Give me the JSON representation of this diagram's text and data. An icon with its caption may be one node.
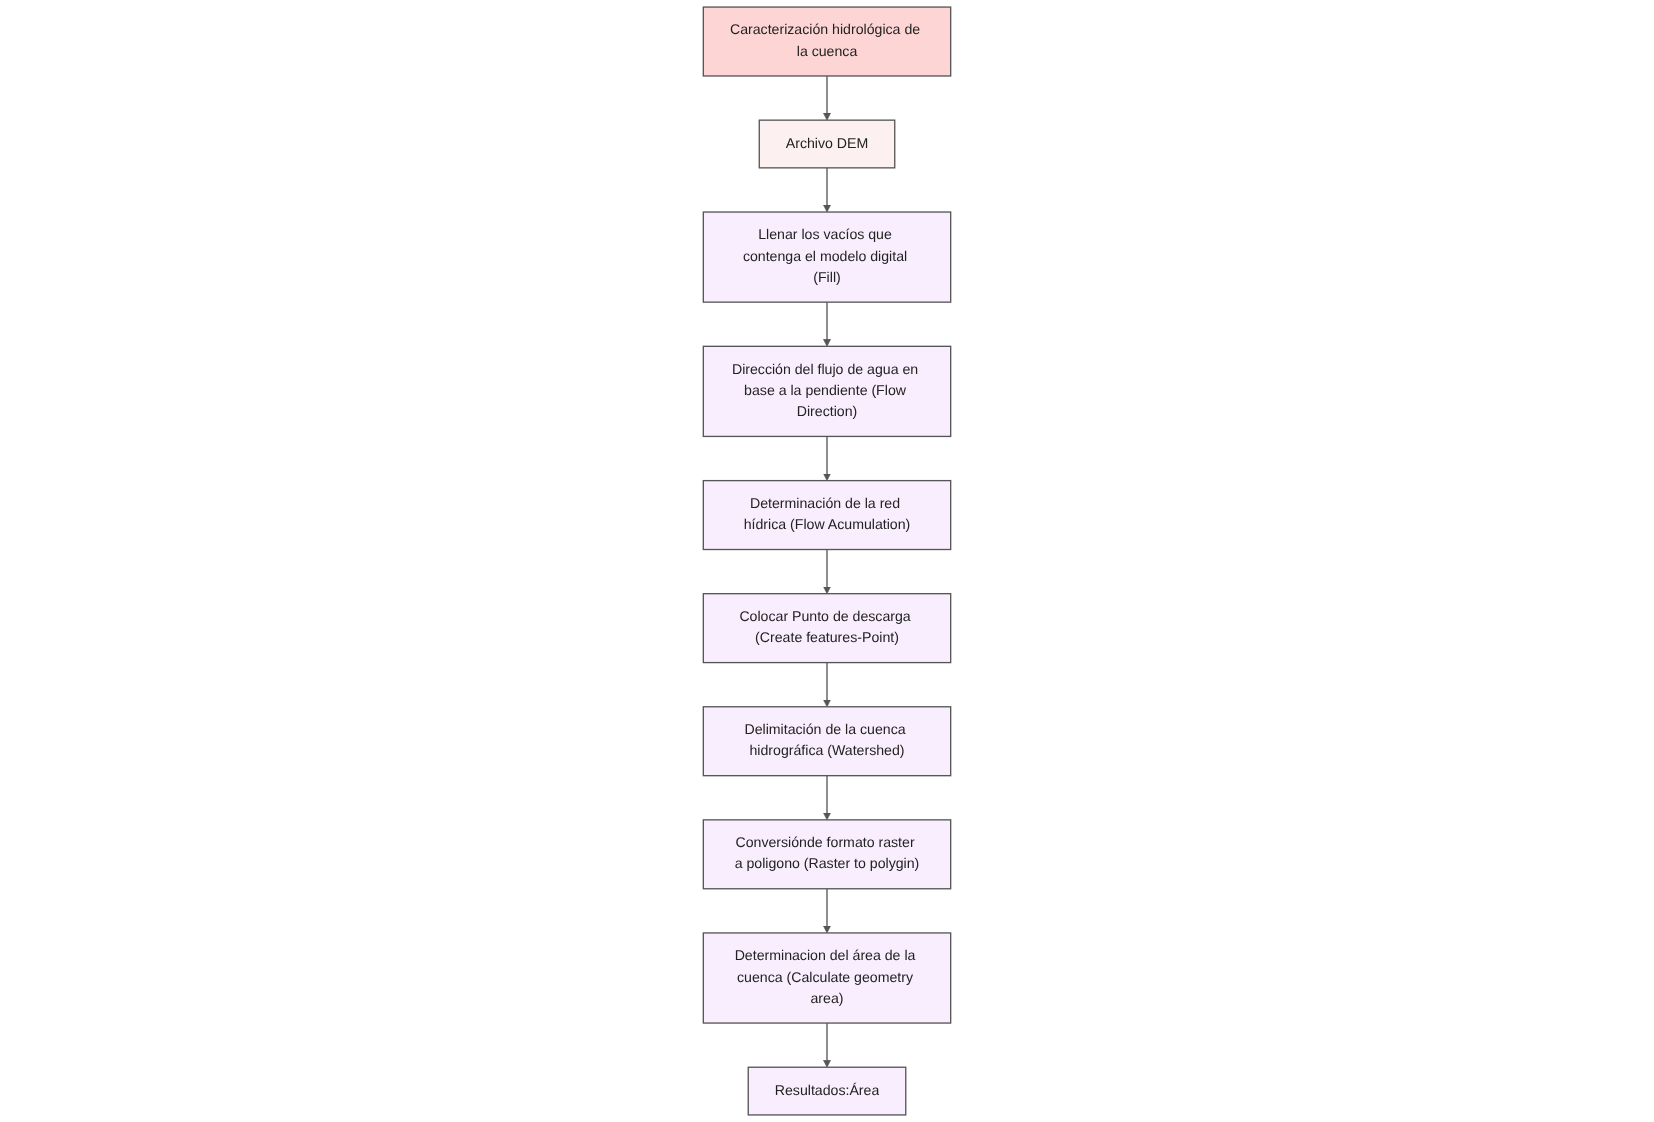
{
  "diagram": {
    "nodes": [
      {
        "text": [
          "Caracterización hidrológica de la cuenca"
        ]
      },
      {
        "text": [
          "Archivo DEM"
        ]
      },
      {
        "text": [
          "Llenar los vacíos que contenga el modelo digital (Fill)"
        ]
      },
      {
        "text": [
          "Dirección del flujo de agua en base a la pendiente (Flow Direction)"
        ]
      },
      {
        "text": [
          "Determinación de la red hídrica (Flow Acumulation)"
        ]
      },
      {
        "text": [
          "Colocar Punto de descarga (Create features-Point)"
        ]
      },
      {
        "text": [
          "Delimitación de la cuenca hidrográfica (Watershed)"
        ]
      },
      {
        "text": [
          "Conversiónde formato raster a poligono (Raster to polygin)"
        ]
      },
      {
        "text": [
          "Determinacion del área de la cuenca (Calculate geometry area)"
        ]
      },
      {
        "text": [
          "Resultados:Área"
        ]
      }
    ],
    "edges": [
      {
        "from": 0,
        "to": 1,
        "arrow": "to"
      },
      {
        "from": 1,
        "to": 2,
        "arrow": "to"
      },
      {
        "from": 2,
        "to": 3,
        "arrow": "to"
      },
      {
        "from": 3,
        "to": 4,
        "arrow": "to"
      },
      {
        "from": 4,
        "to": 5,
        "arrow": "to"
      },
      {
        "from": 5,
        "to": 6,
        "arrow": "to"
      },
      {
        "from": 6,
        "to": 7,
        "arrow": "to"
      },
      {
        "from": 7,
        "to": 8,
        "arrow": "to"
      },
      {
        "from": 8,
        "to": 9,
        "arrow": "to"
      }
    ]
  }
}
